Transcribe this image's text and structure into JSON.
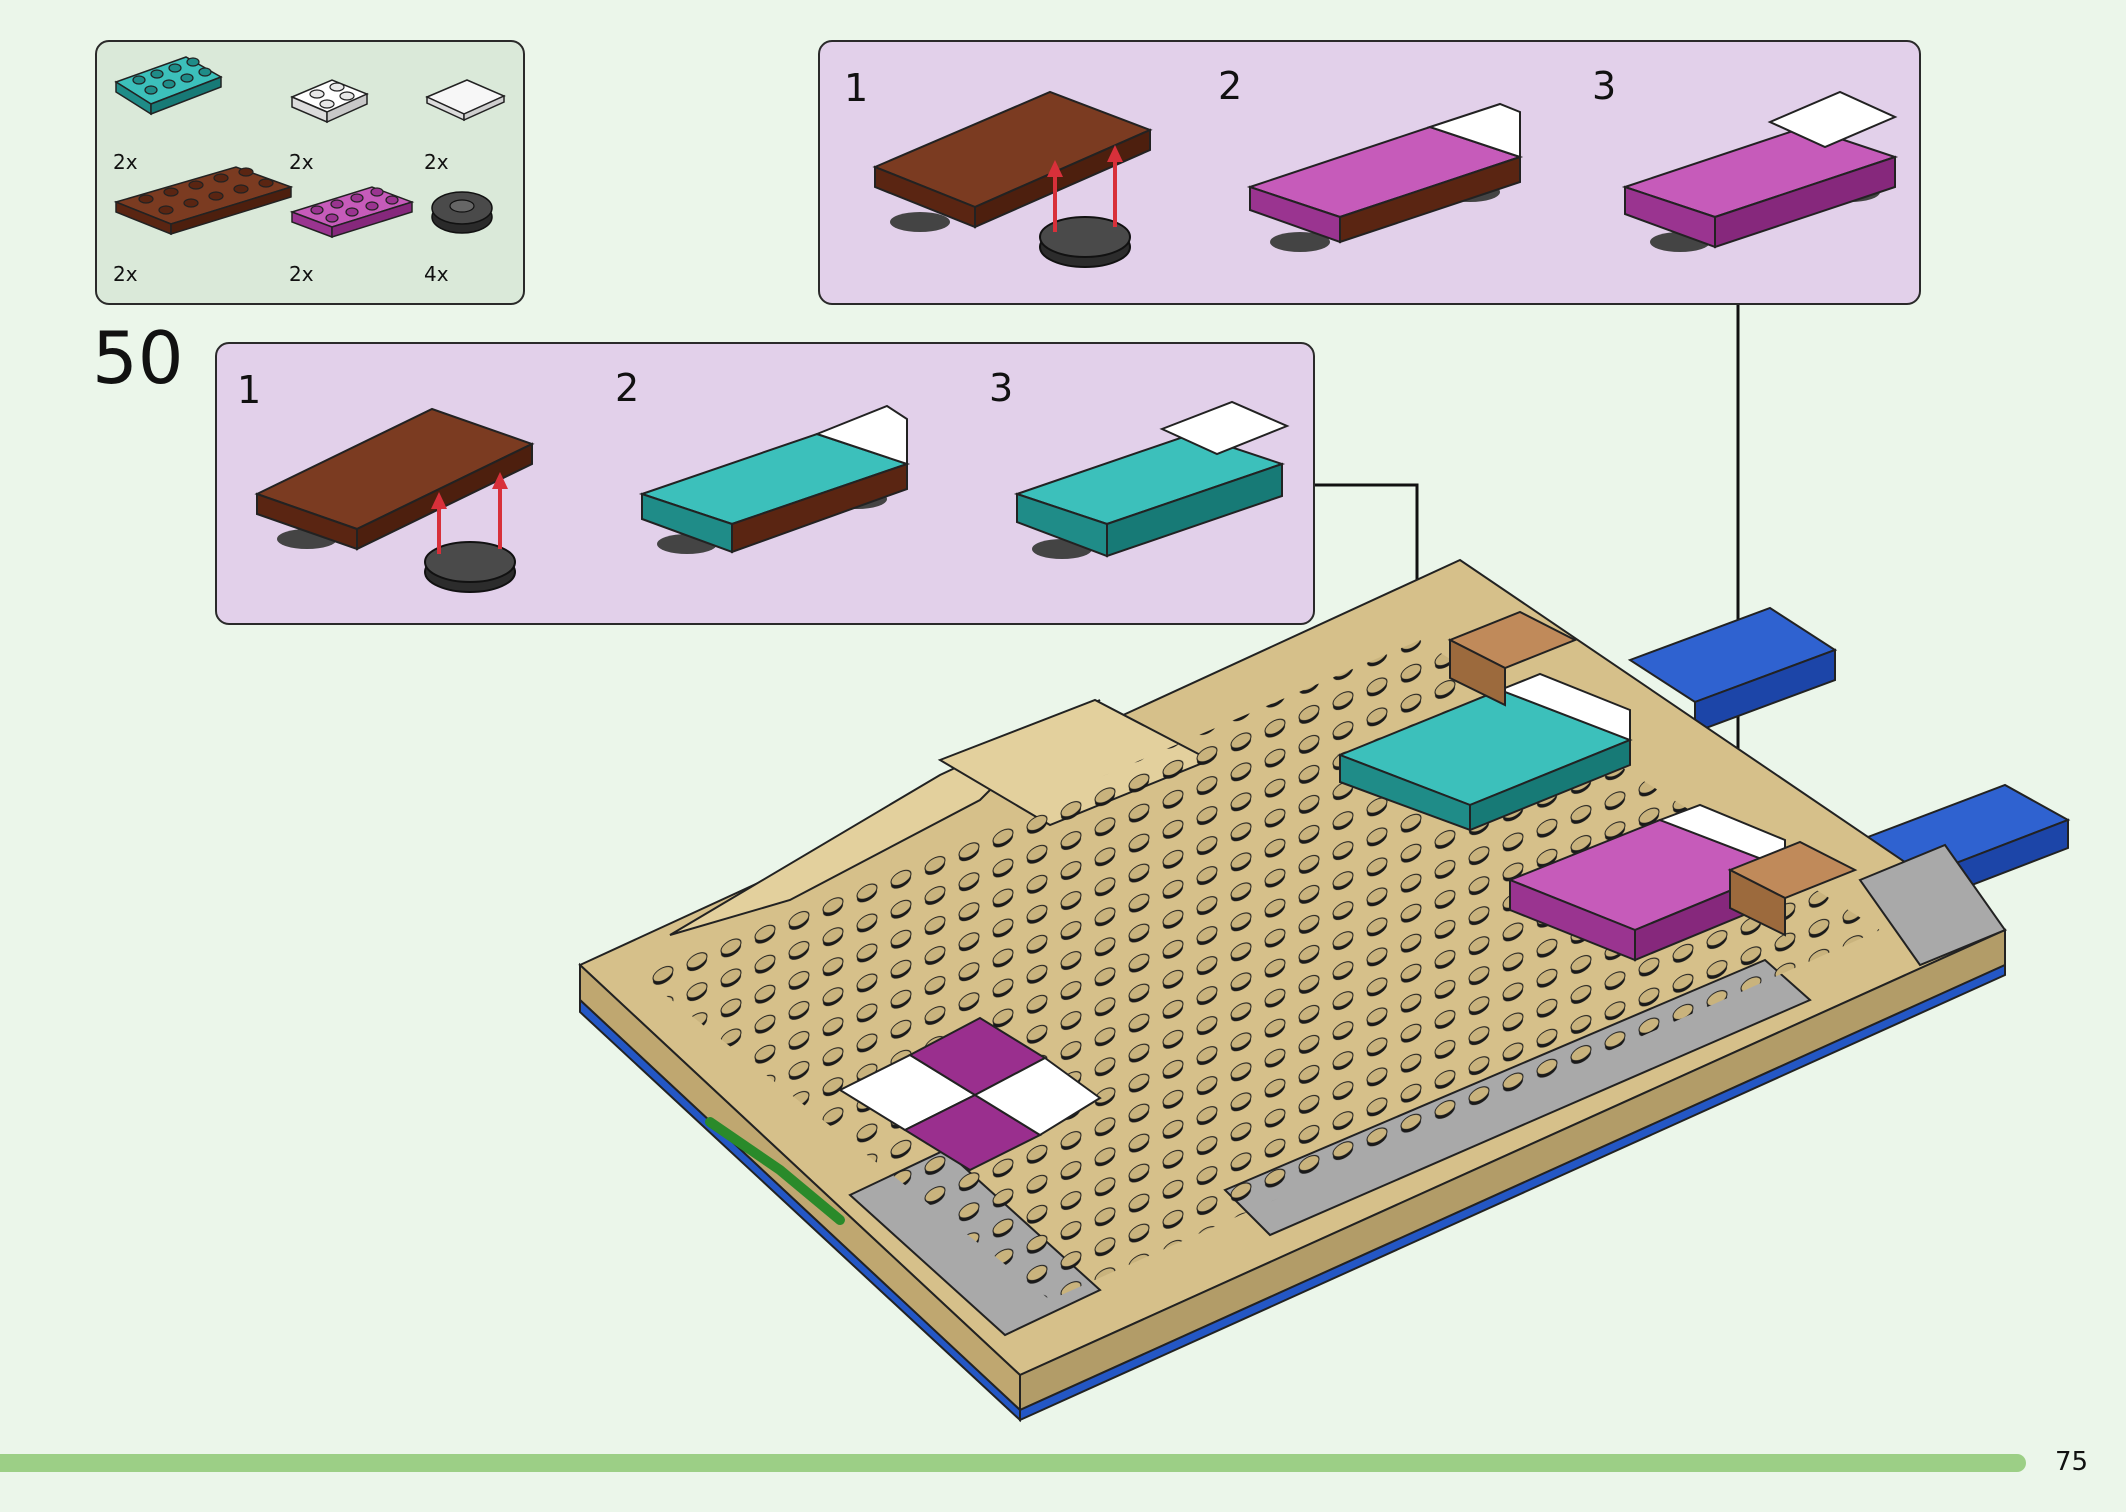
{
  "step": {
    "number": "50"
  },
  "inventory": {
    "parts": [
      {
        "name": "teal-plate-2x4",
        "quantity": "2x",
        "color": "#2aa7a3"
      },
      {
        "name": "white-plate-2x2",
        "quantity": "2x",
        "color": "#ffffff"
      },
      {
        "name": "white-tile-2x2",
        "quantity": "2x",
        "color": "#f2f2f2"
      },
      {
        "name": "brown-plate-2x6",
        "quantity": "2x",
        "color": "#6e2e17"
      },
      {
        "name": "magenta-plate-2x4",
        "quantity": "2x",
        "color": "#b24aa6"
      },
      {
        "name": "dark-gray-round-plate-2x2",
        "quantity": "4x",
        "color": "#3a3a3a"
      }
    ]
  },
  "substeps_top": {
    "labels": [
      "1",
      "2",
      "3"
    ],
    "accent": "#b24aa6"
  },
  "substeps_main": {
    "labels": [
      "1",
      "2",
      "3"
    ],
    "accent": "#2aa7a3"
  },
  "colors": {
    "page_background": "#ebf6ea",
    "callout_background": "#e2d0ea",
    "inventory_background": "#dae9d9",
    "tan": "#d6c08a",
    "gray": "#a9a9a9",
    "blue": "#2457c5",
    "footer_bar": "#9ccf86"
  },
  "footer": {
    "page_number": "75"
  }
}
